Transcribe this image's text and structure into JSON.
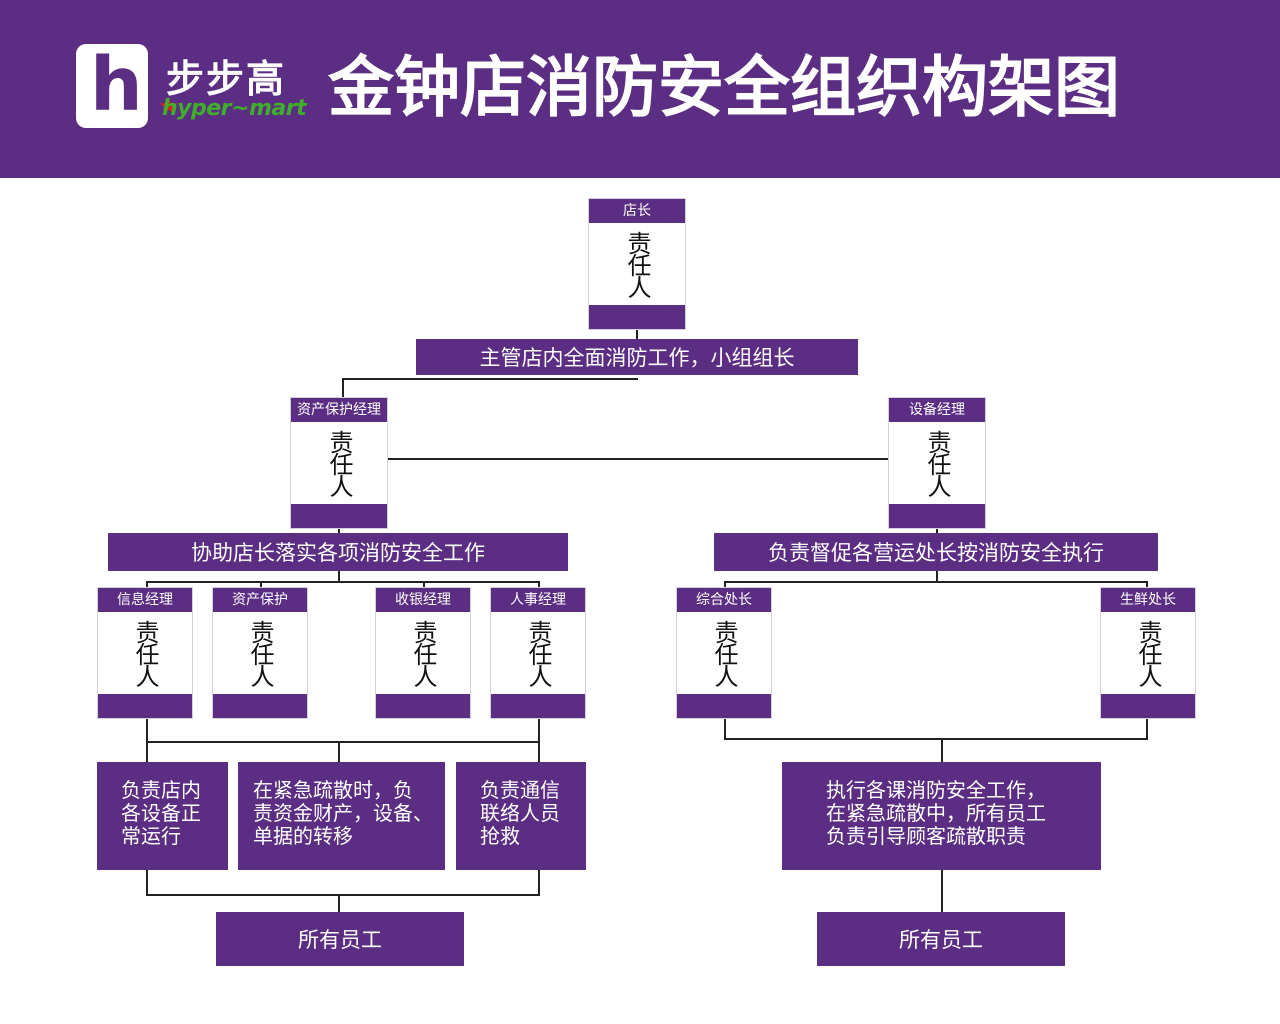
{
  "header": {
    "logo_letter": "h",
    "brand_cn": "步步高",
    "brand_en": "hyper~mart",
    "title": "金钟店消防安全组织构架图"
  },
  "colors": {
    "primary": "#5b2d83",
    "brand_green": "#3fae2a",
    "star_red": "#e01b24"
  },
  "responsible_text": "责任人",
  "store_manager": {
    "label": "店长"
  },
  "store_manager_duty": "主管店内全面消防工作，小组组长",
  "asset_manager": {
    "label": "资产保护经理"
  },
  "equipment_manager": {
    "label": "设备经理"
  },
  "asset_duty": "协助店长落实各项消防安全工作",
  "equipment_duty": "负责督促各营运处长按消防安全执行",
  "left_roles": [
    {
      "label": "信息经理"
    },
    {
      "label": "资产保护"
    },
    {
      "label": "收银经理"
    },
    {
      "label": "人事经理"
    }
  ],
  "right_roles": [
    {
      "label": "综合处长"
    },
    {
      "label": "生鲜处长"
    }
  ],
  "left_tasks": [
    "负责店内\n各设备正\n常运行",
    "在紧急疏散时，负\n责资金财产，设备、\n单据的转移",
    "负责通信\n联络人员\n抢救"
  ],
  "right_task": "执行各课消防安全工作，\n在紧急疏散中，所有员工\n负责引导顾客疏散职责",
  "all_staff_left": "所有员工",
  "all_staff_right": "所有员工"
}
